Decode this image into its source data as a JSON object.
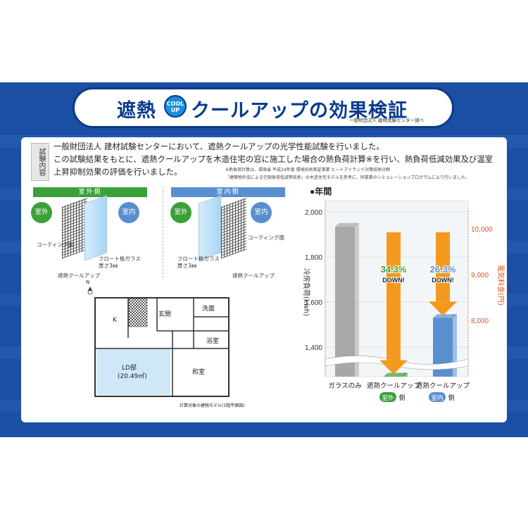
{
  "header": {
    "title_part1": "遮熱",
    "badge_text": "COOL UP",
    "title_part2": "クールアップの効果検証",
    "credit": "一般財団法人 建材試験センター調べ"
  },
  "description": {
    "label": "試験内容",
    "line1": "一般財団法人 建材試験センターにおいて、遮熱クールアップの光学性能試験を行いました。",
    "line2": "この試験結果をもとに、遮熱クールアップを木造住宅の窓に施工した場合の熱負荷計算※を行い、熱負荷低減効果及び温室",
    "line3": "上昇抑制効果の評価を行いました。",
    "note1": "※熱負荷計算は、環境省 平成24年度 環境技術実証事業 ヒートアイランド対策技術分野",
    "note2": "「建築物外皮による空調負荷低減等技術」の木造住宅モデルを参考に、同事業のシミュレーションプログラムにより行いました。"
  },
  "outside_diagram": {
    "header": "室外側",
    "outdoor": "室外",
    "indoor": "室内",
    "coating": "コーティング面",
    "glass": "フロート板ガラス",
    "thickness": "厚さ3㎜",
    "film": "遮熱クールアップ"
  },
  "inside_diagram": {
    "header": "室内側",
    "outdoor": "室外",
    "indoor": "室内",
    "coating": "コーティング面",
    "glass": "フロート板ガラス",
    "thickness": "厚さ3㎜",
    "film": "遮熱クールアップ"
  },
  "floor_plan": {
    "north": "N",
    "k": "K",
    "entrance": "玄関",
    "washroom": "洗面",
    "bath": "浴室",
    "ld": "LD部",
    "ld_area": "(20.49㎡)",
    "washitsu": "和室",
    "caption": "計算対象の建物モデル(1階平面図)"
  },
  "colors": {
    "band": "#1a4fa3",
    "glass_bar": "#a8a8a8",
    "green_bar": "#3aa03a",
    "blue_bar": "#5a8fcf",
    "arrow": "#f39a1e",
    "right_axis": "#e0501e"
  },
  "chart_data": {
    "type": "bar",
    "title": "●年間",
    "categories": [
      "ガラスのみ",
      "遮熱クールアップ",
      "遮熱クールアップ"
    ],
    "category_sublabels": [
      "",
      "室外側",
      "室内側"
    ],
    "values": [
      1935,
      1270,
      1530
    ],
    "ylabel": "冷房負荷(kwh)",
    "y_ticks": [
      "1,400",
      "1,600",
      "1,800",
      "2,000"
    ],
    "ylim": [
      1300,
      2050
    ],
    "axis_break": true,
    "y2label": "電気料金(円)",
    "y2_ticks": [
      "8,000",
      "9,000",
      "10,000"
    ],
    "annotations": [
      {
        "category_index": 1,
        "percent": "34.3%",
        "text": "DOWN!"
      },
      {
        "category_index": 2,
        "percent": "26.3%",
        "text": "DOWN!"
      }
    ]
  }
}
